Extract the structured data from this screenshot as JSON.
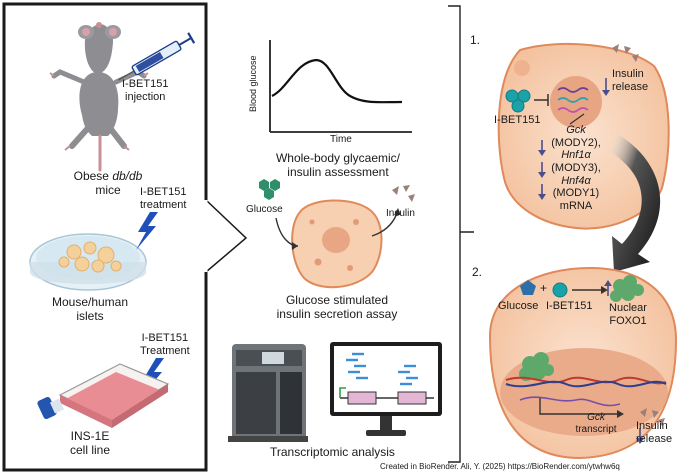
{
  "left_panel": {
    "injection": [
      "I-BET151",
      "injection"
    ],
    "mice": {
      "pre": "Obese ",
      "em": "db/db",
      "post": "mice"
    },
    "islet_treatment": [
      "I-BET151",
      "treatment"
    ],
    "islets": [
      "Mouse/human",
      "islets"
    ],
    "cell_treatment": [
      "I-BET151",
      "Treatment"
    ],
    "cell_line": [
      "INS-1E",
      "cell line"
    ]
  },
  "middle_panel": {
    "y_axis": "Blood glucose",
    "x_axis": "Time",
    "glycaemic": [
      "Whole-body glycaemic/",
      "insulin assessment"
    ],
    "glucose": "Glucose",
    "insulin": "Insulin",
    "gsis": [
      "Glucose stimulated",
      "insulin secretion assay"
    ],
    "transcriptomic": "Transcriptomic analysis"
  },
  "right_panel": {
    "mechanism_1": {
      "number": "1.",
      "drug": "I-BET151",
      "insulin_release": [
        "Insulin",
        "release"
      ],
      "genes": [
        "Gck",
        "(MODY2),",
        "Hnf1α",
        "(MODY3),",
        "Hnf4α",
        "(MODY1)",
        "mRNA"
      ]
    },
    "mechanism_2": {
      "number": "2.",
      "glucose": "Glucose",
      "plus": "+",
      "drug": "I-BET151",
      "foxo": [
        "Nuclear",
        "FOXO1"
      ],
      "transcript": [
        "Gck",
        "transcript"
      ],
      "insulin_release": [
        "Insulin",
        "release"
      ]
    }
  },
  "credit": "Created in BioRender. Ali, Y. (2025) https://BioRender.com/ytwhw6q",
  "colors": {
    "cell": "#f7d1b3",
    "cell_outline": "#e0895a",
    "nucleus": "#e2a27e",
    "drug": "#1aa2a8",
    "drug_dark": "#0f7f84",
    "glucose": "#2f8f6a",
    "insulin": "#9a7e78",
    "arrow_down": "#4a4f8c",
    "foxo": "#5fa86b",
    "mouse": "#8f8e93",
    "islet": "#f6d19a",
    "flask": "#e8858d"
  }
}
